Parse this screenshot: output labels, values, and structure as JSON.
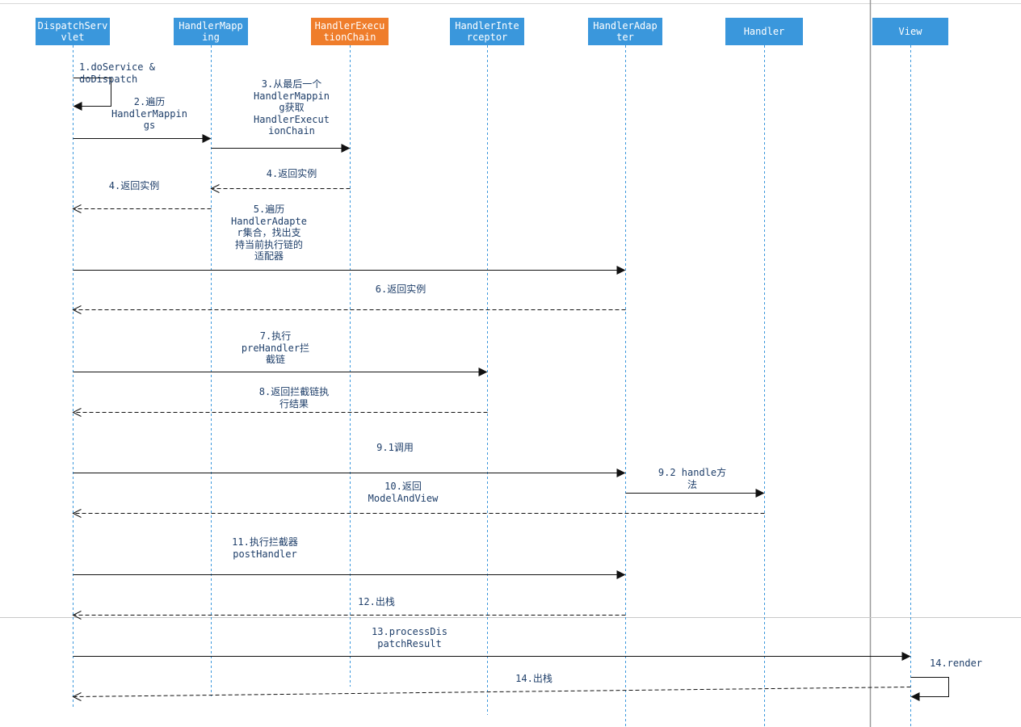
{
  "colors": {
    "participant_fill": "#3a97dc",
    "participant_highlight": "#ef7d2b",
    "lifeline": "#3a97dc",
    "message_line": "#111111",
    "label_text": "#1f3f6a",
    "border": "#999999"
  },
  "participants": [
    {
      "id": "dispatcher",
      "label": "DispatchServ\nvlet"
    },
    {
      "id": "mapping",
      "label": "HandlerMapp\ning"
    },
    {
      "id": "chain",
      "label": "HandlerExecu\ntionChain",
      "highlight": true
    },
    {
      "id": "interceptor",
      "label": "HandlerInte\nrceptor"
    },
    {
      "id": "adapter",
      "label": "HandlerAdap\nter"
    },
    {
      "id": "handler",
      "label": "Handler"
    },
    {
      "id": "view",
      "label": "View"
    }
  ],
  "messages": [
    {
      "id": "m1",
      "label": "1.doService &\ndoDispatch",
      "from": "dispatcher",
      "to": "dispatcher",
      "kind": "self"
    },
    {
      "id": "m2",
      "label": "2.遍历\nHandlerMappin\ngs",
      "from": "dispatcher",
      "to": "mapping",
      "kind": "call"
    },
    {
      "id": "m3",
      "label": "3.从最后一个\nHandlerMappin\ng获取\nHandlerExecut\nionChain",
      "from": "mapping",
      "to": "chain",
      "kind": "call"
    },
    {
      "id": "m4a",
      "label": "4.返回实例",
      "from": "chain",
      "to": "mapping",
      "kind": "return"
    },
    {
      "id": "m4b",
      "label": "4.返回实例",
      "from": "mapping",
      "to": "dispatcher",
      "kind": "return"
    },
    {
      "id": "m5",
      "label": "5.遍历\nHandlerAdapte\nr集合，找出支\n持当前执行链的\n适配器",
      "from": "dispatcher",
      "to": "adapter",
      "kind": "call"
    },
    {
      "id": "m6",
      "label": "6.返回实例",
      "from": "adapter",
      "to": "dispatcher",
      "kind": "return"
    },
    {
      "id": "m7",
      "label": "7.执行\npreHandler拦\n截链",
      "from": "dispatcher",
      "to": "interceptor",
      "kind": "call"
    },
    {
      "id": "m8",
      "label": "8.返回拦截链执\n行结果",
      "from": "interceptor",
      "to": "dispatcher",
      "kind": "return"
    },
    {
      "id": "m91",
      "label": "9.1调用",
      "from": "dispatcher",
      "to": "adapter",
      "kind": "call"
    },
    {
      "id": "m92",
      "label": "9.2 handle方\n法",
      "from": "adapter",
      "to": "handler",
      "kind": "call"
    },
    {
      "id": "m10",
      "label": "10.返回\nModelAndView",
      "from": "handler",
      "to": "dispatcher",
      "kind": "return"
    },
    {
      "id": "m11",
      "label": "11.执行拦截器\npostHandler",
      "from": "dispatcher",
      "to": "adapter",
      "kind": "call"
    },
    {
      "id": "m12",
      "label": "12.出栈",
      "from": "adapter",
      "to": "dispatcher",
      "kind": "return"
    },
    {
      "id": "m13",
      "label": "13.processDis\npatchResult",
      "from": "dispatcher",
      "to": "view",
      "kind": "call"
    },
    {
      "id": "m14a",
      "label": "14.render",
      "from": "view",
      "to": "view",
      "kind": "self"
    },
    {
      "id": "m14b",
      "label": "14.出栈",
      "from": "view",
      "to": "dispatcher",
      "kind": "return"
    }
  ]
}
